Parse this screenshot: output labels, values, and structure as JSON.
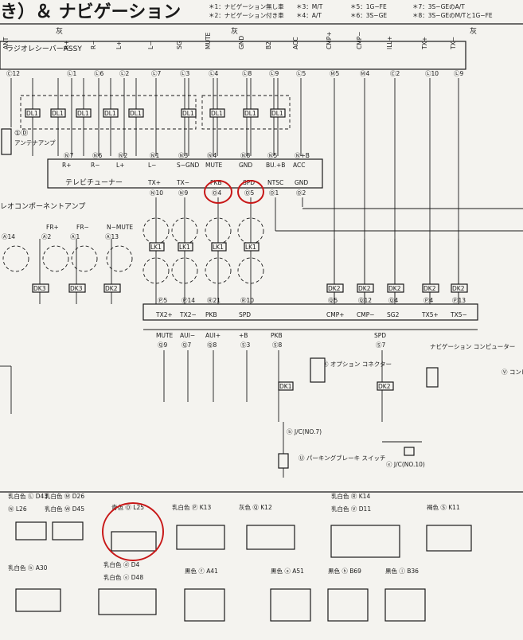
{
  "header": {
    "title": "き）＆ ナビゲーション",
    "notes": [
      "＊1：ナビゲーション無し車",
      "＊2：ナビゲーション付き車",
      "＊3：M/T",
      "＊4：A/T",
      "＊5：1G−FE",
      "＊6：3S−GE",
      "＊7：3S−GEのA/T",
      "＊8：3S−GEのM/Tと1G−FE"
    ],
    "ground_left": "灰",
    "ground_mid": "灰",
    "ground_right": "灰"
  },
  "components": {
    "radio_receiver": "ラジオレシーバーASSY",
    "tv_tuner": "テレビチューナー",
    "stereo_amp": "レオコンポーネントアンプ",
    "antenna_pin": "①Ⓓ",
    "antenna_amp": "アンテナアンプ",
    "nav_computer": "ナビゲーション コンピューター",
    "option_connector": "Ⓚ オプション コネクター",
    "combination_meter": "Ⓥ コンビネーション メーター",
    "parking_brake": "Ⓤ パーキングブレーキ スイッチ",
    "jc7": "ⓑ J/C(NO.7)",
    "jc10": "ⓔ J/C(NO.10)"
  },
  "radio_pins": [
    {
      "name": "ANT",
      "pin": "Ⓒ12"
    },
    {
      "name": "R+",
      "pin": "Ⓛ1"
    },
    {
      "name": "R−",
      "pin": "Ⓛ6"
    },
    {
      "name": "L+",
      "pin": "Ⓛ2"
    },
    {
      "name": "L−",
      "pin": "Ⓛ7"
    },
    {
      "name": "SG",
      "pin": "Ⓛ3"
    },
    {
      "name": "MUTE",
      "pin": "Ⓛ4"
    },
    {
      "name": "GND",
      "pin": "Ⓛ8"
    },
    {
      "name": "B2",
      "pin": "Ⓛ9"
    },
    {
      "name": "ACC",
      "pin": "Ⓛ5"
    },
    {
      "name": "CMP+",
      "pin": "Ⓜ5"
    },
    {
      "name": "CMP−",
      "pin": "Ⓜ4"
    },
    {
      "name": "ILL+",
      "pin": "Ⓒ2"
    },
    {
      "name": "TX+",
      "pin": "Ⓛ10"
    },
    {
      "name": "TX−",
      "pin": "Ⓛ9"
    }
  ],
  "tv_pins": [
    {
      "name": "R+",
      "pin": "Ⓝ7"
    },
    {
      "name": "R−",
      "pin": "Ⓝ6"
    },
    {
      "name": "L+",
      "pin": "Ⓝ2"
    },
    {
      "name": "L−",
      "pin": "Ⓝ1"
    },
    {
      "name": "S−GND",
      "pin": "Ⓝ3"
    },
    {
      "name": "MUTE",
      "pin": "Ⓝ4"
    },
    {
      "name": "GND",
      "pin": "Ⓝ8"
    },
    {
      "name": "BU.+B",
      "pin": "Ⓝ5"
    },
    {
      "name": "ACC",
      "pin": "Ⓝ+B"
    }
  ],
  "tv_lower_pins": [
    {
      "name": "TX+",
      "pin": "Ⓝ10"
    },
    {
      "name": "TX−",
      "pin": "Ⓝ9"
    },
    {
      "name": "PKB",
      "pin": "Ⓞ4"
    },
    {
      "name": "SPD",
      "pin": "Ⓞ5"
    },
    {
      "name": "NTSC",
      "pin": "Ⓞ1"
    },
    {
      "name": "GND",
      "pin": "Ⓞ2"
    }
  ],
  "amp_pins": [
    "Ⓐ14",
    "Ⓐ2",
    "Ⓐ1",
    "Ⓐ13"
  ],
  "amp_labels": [
    "FR+",
    "FR−",
    "N−MUTE"
  ],
  "nav_pins": [
    {
      "name": "TX2+",
      "pin": "Ⓟ5"
    },
    {
      "name": "TX2−",
      "pin": "Ⓟ14"
    },
    {
      "name": "PKB",
      "pin": "Ⓡ21"
    },
    {
      "name": "SPD",
      "pin": "Ⓡ10"
    },
    {
      "name": "CMP+",
      "pin": "Ⓠ5"
    },
    {
      "name": "CMP−",
      "pin": "Ⓠ12"
    },
    {
      "name": "SG2",
      "pin": "Ⓠ4"
    },
    {
      "name": "TX5+",
      "pin": "Ⓟ4"
    },
    {
      "name": "TX5−",
      "pin": "Ⓟ13"
    }
  ],
  "lower_pins": [
    {
      "name": "MUTE",
      "pin": "Ⓠ9"
    },
    {
      "name": "AUI−",
      "pin": "Ⓠ7"
    },
    {
      "name": "AUI+",
      "pin": "Ⓠ8"
    },
    {
      "name": "+B",
      "pin": "Ⓢ3"
    },
    {
      "name": "PKB",
      "pin": "Ⓢ8"
    },
    {
      "name": "SPD",
      "pin": "Ⓢ7"
    }
  ],
  "splices": [
    "DL1",
    "DL1",
    "DL1",
    "DL1",
    "DL1",
    "DL1",
    "DL1",
    "DL1",
    "DL1",
    "LK1",
    "LK1",
    "LK1",
    "LK1",
    "DK3",
    "DK3",
    "DK2",
    "DK2",
    "DK2",
    "DK2",
    "DK2",
    "DK2",
    "DK1",
    "DK2"
  ],
  "legend": [
    {
      "color": "乳白色",
      "id": "Ⓛ",
      "code": "D43"
    },
    {
      "color": "",
      "id": "Ⓝ",
      "code": "L26"
    },
    {
      "color": "乳白色",
      "id": "Ⓜ",
      "code": "D26"
    },
    {
      "color": "乳白色",
      "id": "Ⓦ",
      "code": "D45"
    },
    {
      "color": "青色",
      "id": "Ⓞ",
      "code": "L25"
    },
    {
      "color": "乳白色",
      "id": "Ⓟ",
      "code": "K13"
    },
    {
      "color": "灰色",
      "id": "Ⓠ",
      "code": "K12"
    },
    {
      "color": "乳白色",
      "id": "Ⓡ",
      "code": "K14"
    },
    {
      "color": "乳白色",
      "id": "Ⓥ",
      "code": "D11"
    },
    {
      "color": "褐色",
      "id": "Ⓢ",
      "code": "K11"
    },
    {
      "color": "乳白色",
      "id": "ⓑ",
      "code": "A30"
    },
    {
      "color": "乳白色",
      "id": "ⓓ",
      "code": "D4"
    },
    {
      "color": "乳白色",
      "id": "ⓔ",
      "code": "D48"
    },
    {
      "color": "黒色",
      "id": "ⓕ",
      "code": "A41"
    },
    {
      "color": "黒色",
      "id": "ⓐ",
      "code": "A51"
    },
    {
      "color": "黒色",
      "id": "ⓗ",
      "code": "B69"
    },
    {
      "color": "黒色",
      "id": "ⓘ",
      "code": "B36"
    }
  ]
}
